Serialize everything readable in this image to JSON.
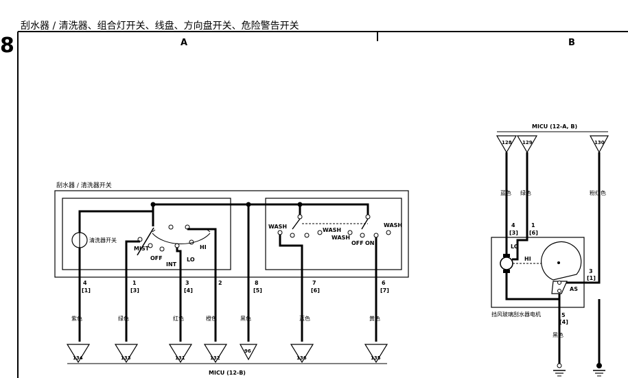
{
  "page_title": "刮水器 / 清洗器、组合灯开关、线盘、方向盘开关、危险警告开关",
  "section_number": "8",
  "column_a": "A",
  "column_b": "B",
  "switch_box_label": "刮水器 / 清洗器开关",
  "washer_switch_label": "清洗器开关",
  "wiper_positions": {
    "mist": "MIST",
    "off": "OFF",
    "int": "INT",
    "lo": "LO",
    "hi": "HI"
  },
  "washer_positions": {
    "wash_left": "WASH",
    "wash_mid": "WASH",
    "wash_right": "WASH",
    "wash_sub": "WASH",
    "off": "OFF",
    "on": "ON"
  },
  "micu_bottom": "MICU (12-B)",
  "micu_top": "MICU (12-A, B)",
  "bottom_wires": [
    {
      "pin": "4",
      "alt_pin": "[1]",
      "color": "紫色",
      "terminal": "134"
    },
    {
      "pin": "1",
      "alt_pin": "[3]",
      "color": "绿色",
      "terminal": "133"
    },
    {
      "pin": "3",
      "alt_pin": "[4]",
      "color": "红色",
      "terminal": "131"
    },
    {
      "pin": "2",
      "alt_pin": "",
      "color": "橙色",
      "terminal": "132"
    },
    {
      "pin": "8",
      "alt_pin": "[5]",
      "color": "黑色",
      "terminal": "96"
    },
    {
      "pin": "7",
      "alt_pin": "[6]",
      "color": "蓝色",
      "terminal": "136"
    },
    {
      "pin": "6",
      "alt_pin": "[7]",
      "color": "黄色",
      "terminal": "135"
    }
  ],
  "top_wires": [
    {
      "terminal": "128",
      "color": "蓝色",
      "pin": "4",
      "alt_pin": "[3]"
    },
    {
      "terminal": "129",
      "color": "绿色",
      "pin": "1",
      "alt_pin": "[6]"
    },
    {
      "terminal": "130",
      "color": "粉红色",
      "pin": "3",
      "alt_pin": "[1]"
    }
  ],
  "motor": {
    "label": "挡风玻璃刮水器电机",
    "lo": "LO",
    "hi": "HI",
    "as": "AS",
    "ground_pin": "5",
    "ground_alt_pin": "[4]",
    "ground_color": "黑色"
  }
}
